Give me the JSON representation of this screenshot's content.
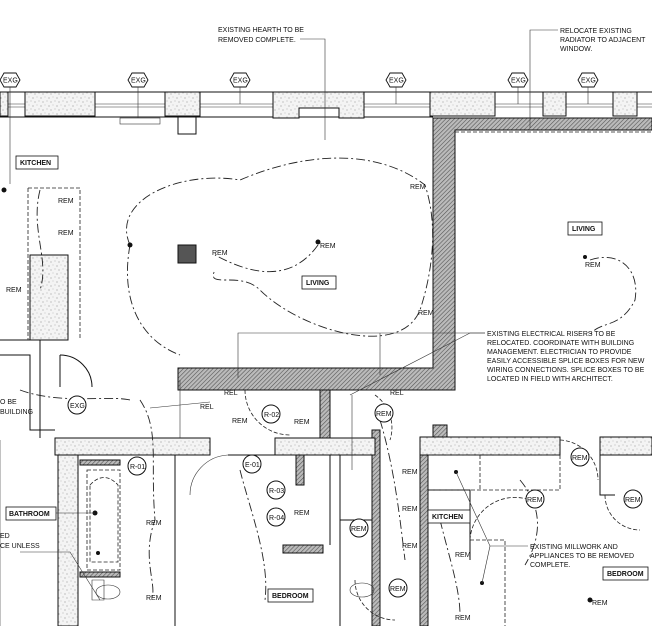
{
  "notes": {
    "hearth": [
      "EXISTING HEARTH TO BE",
      "REMOVED COMPLETE."
    ],
    "radiator": [
      "RELOCATE EXISTING",
      "RADIATOR TO ADJACENT",
      "WINDOW."
    ],
    "risers": [
      "EXISTING ELECTRICAL RISERS TO BE",
      "RELOCATED. COORDINATE WITH BUILDING",
      "MANAGEMENT. ELECTRICIAN TO PROVIDE",
      "EASILY ACCESSIBLE SPLICE BOXES FOR NEW",
      "WIRING CONNECTIONS. SPLICE BOXES TO BE",
      "LOCATED IN FIELD WITH ARCHITECT."
    ],
    "millwork": [
      "EXISTING MILLWORK AND",
      "APPLIANCES TO BE REMOVED",
      "COMPLETE."
    ],
    "left_top": [
      "O BE",
      "BUILDING"
    ],
    "left_bottom": [
      "ED",
      "CE UNLESS"
    ]
  },
  "rooms": {
    "kitchen_1": "KITCHEN",
    "living_1": "LIVING",
    "living_2": "LIVING",
    "bathroom": "BATHROOM",
    "kitchen_2": "KITCHEN",
    "bedroom_1": "BEDROOM",
    "bedroom_2": "BEDROOM"
  },
  "tags": {
    "exg": "EXG",
    "rem": "REM",
    "rel": "REL",
    "r01": "R-01",
    "r02": "R-02",
    "r03": "R-03",
    "r04": "R-04",
    "e01": "E-01"
  }
}
